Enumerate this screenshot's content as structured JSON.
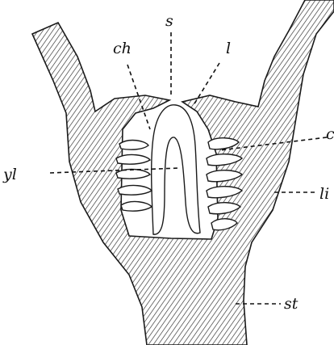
{
  "figure": {
    "labels": {
      "s": "s",
      "ch": "ch",
      "l": "l",
      "c": "c",
      "yl": "yl",
      "li": "li",
      "st": "st"
    },
    "ink_color": "#1a1a1a",
    "background": "#ffffff"
  }
}
